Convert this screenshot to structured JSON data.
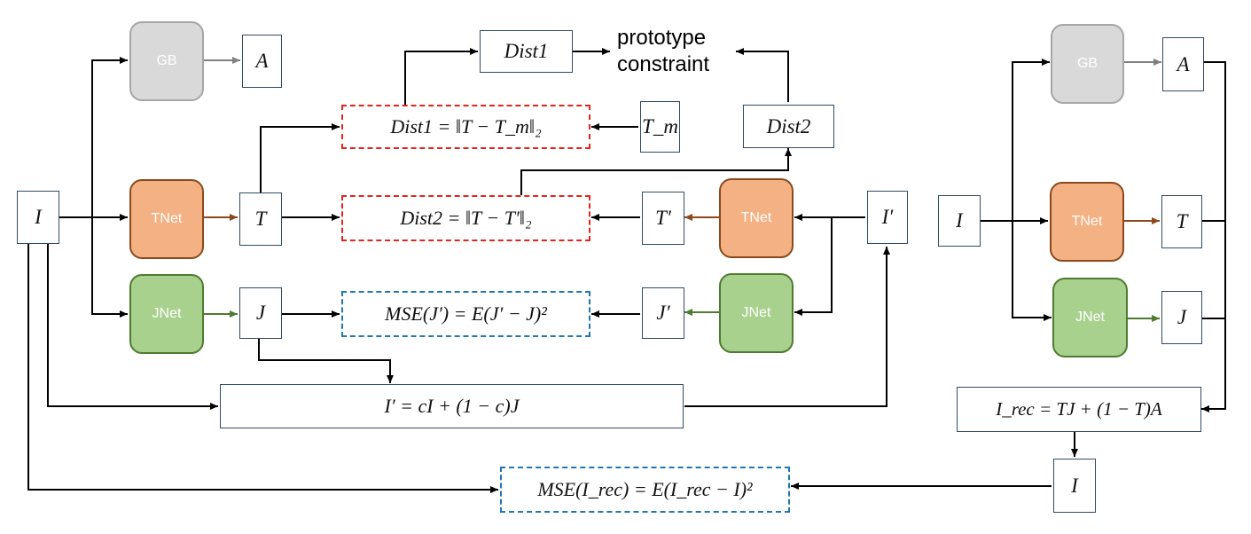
{
  "diagram": {
    "left": {
      "input_I": "I",
      "gb": "GB",
      "tnet": "TNet",
      "jnet": "JNet",
      "A": "A",
      "T": "T",
      "J": "J",
      "dist1_top": "Dist1",
      "prototype_line1": "prototype",
      "prototype_line2": "constraint",
      "dist1_eq": "Dist1 = ‖T − T_m‖₂",
      "Tm": "T_m",
      "dist2_top": "Dist2",
      "dist2_eq": "Dist2 = ‖T − T′‖₂",
      "T_prime": "T′",
      "tnet2": "TNet",
      "I_prime": "I′",
      "mse_j_eq": "MSE(J′) = E(J′ − J)²",
      "J_prime": "J′",
      "jnet2": "JNet",
      "blend_eq": "I′ = cI + (1 − c)J",
      "mse_rec_eq": "MSE(I_rec) = E(I_rec − I)²"
    },
    "right": {
      "input_I": "I",
      "gb": "GB",
      "A": "A",
      "tnet": "TNet",
      "T": "T",
      "jnet": "JNet",
      "J": "J",
      "rec_eq": "I_rec = TJ + (1 − T)A",
      "output_I": "I"
    },
    "colors": {
      "line": "#000000",
      "box_border": "#2f4b66",
      "dashed_red": "#e0251b",
      "dashed_blue": "#1f77b4",
      "gb_fill": "#d9d9d9",
      "tnet_fill": "#f4b183",
      "jnet_fill": "#a9d18e"
    }
  }
}
